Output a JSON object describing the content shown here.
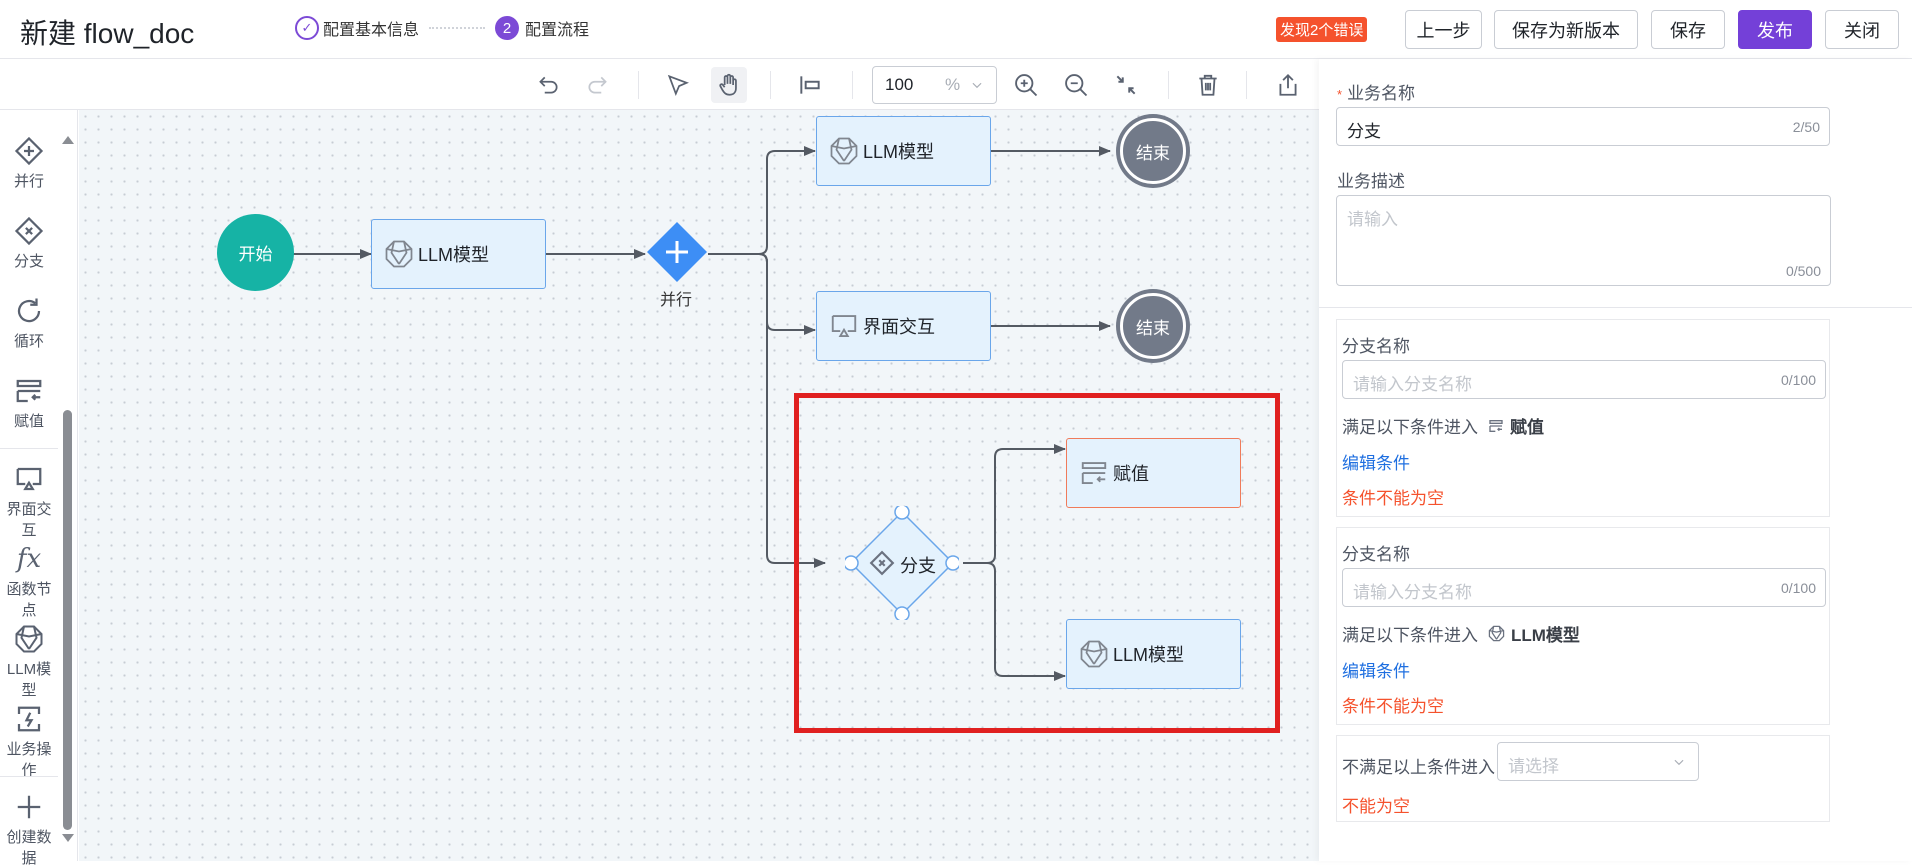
{
  "header": {
    "title": "新建 flow_doc",
    "steps": [
      {
        "label": "配置基本信息",
        "status": "done"
      },
      {
        "number": "2",
        "label": "配置流程",
        "status": "current"
      }
    ],
    "error_badge": "发现2个错误",
    "buttons": {
      "prev": "上一步",
      "save_new_version": "保存为新版本",
      "save": "保存",
      "publish": "发布",
      "close": "关闭"
    }
  },
  "toolbar": {
    "zoom_value": "100",
    "zoom_unit": "%",
    "tools": [
      "undo-icon",
      "redo-icon",
      "select-pointer-icon",
      "hand-pan-icon",
      "align-icon",
      "zoom-in-icon",
      "zoom-out-icon",
      "fit-view-icon",
      "delete-icon",
      "export-icon"
    ]
  },
  "sidebar": {
    "items": [
      {
        "label": "并行",
        "icon": "parallel-gateway-icon"
      },
      {
        "label": "分支",
        "icon": "branch-gateway-icon"
      },
      {
        "label": "循环",
        "icon": "loop-icon"
      },
      {
        "label": "赋值",
        "icon": "assign-icon"
      },
      {
        "label": "界面交互",
        "icon": "ui-interaction-icon"
      },
      {
        "label": "函数节点",
        "icon": "function-icon"
      },
      {
        "label": "LLM模型",
        "icon": "llm-icon"
      },
      {
        "label": "业务操作",
        "icon": "business-op-icon"
      },
      {
        "label": "创建数据",
        "icon": "create-data-icon"
      }
    ]
  },
  "canvas": {
    "nodes": {
      "start": "开始",
      "llm1": "LLM模型",
      "parallel": "并行",
      "llm_top": "LLM模型",
      "end1": "结束",
      "ui": "界面交互",
      "end2": "结束",
      "branch": "分支",
      "assign": "赋值",
      "llm_branch": "LLM模型"
    }
  },
  "panel": {
    "name_label": "业务名称",
    "name_required": "*",
    "name_value": "分支",
    "name_count": "2/50",
    "desc_label": "业务描述",
    "desc_placeholder": "请输入",
    "desc_count": "0/500",
    "branches": [
      {
        "label": "分支名称",
        "placeholder": "请输入分支名称",
        "count": "0/100",
        "cond_prefix": "满足以下条件进入",
        "target": "赋值",
        "target_icon": "assign-icon",
        "edit": "编辑条件",
        "error": "条件不能为空"
      },
      {
        "label": "分支名称",
        "placeholder": "请输入分支名称",
        "count": "0/100",
        "cond_prefix": "满足以下条件进入",
        "target": "LLM模型",
        "target_icon": "llm-icon",
        "edit": "编辑条件",
        "error": "条件不能为空"
      }
    ],
    "default": {
      "label": "不满足以上条件进入",
      "placeholder": "请选择",
      "error": "不能为空"
    }
  }
}
